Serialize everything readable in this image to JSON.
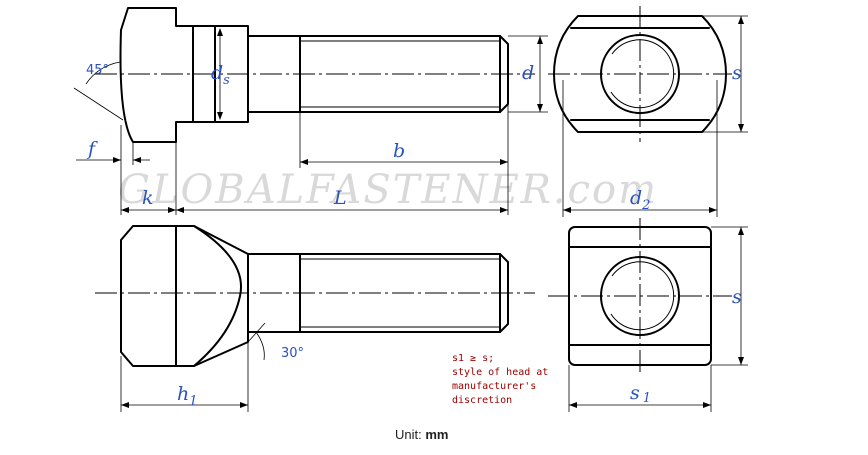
{
  "watermark": "GLOBALFASTENER.com",
  "labels": {
    "angle_top": "45°",
    "ds_main": "d",
    "ds_sub": "s",
    "d": "d",
    "s_top": "s",
    "f": "f",
    "b": "b",
    "k": "k",
    "L": "L",
    "d2_main": "d",
    "d2_sub": "2",
    "s_bottom": "s",
    "angle_bottom": "30°",
    "h1_main": "h",
    "h1_sub": "1",
    "s1_main": "s",
    "s1_sub": "1"
  },
  "note": {
    "lines": [
      "s1 ≥ s;",
      "style of head at",
      "manufacturer's",
      "discretion"
    ]
  },
  "footer": {
    "unit_label": "Unit: ",
    "unit_value": "mm"
  }
}
